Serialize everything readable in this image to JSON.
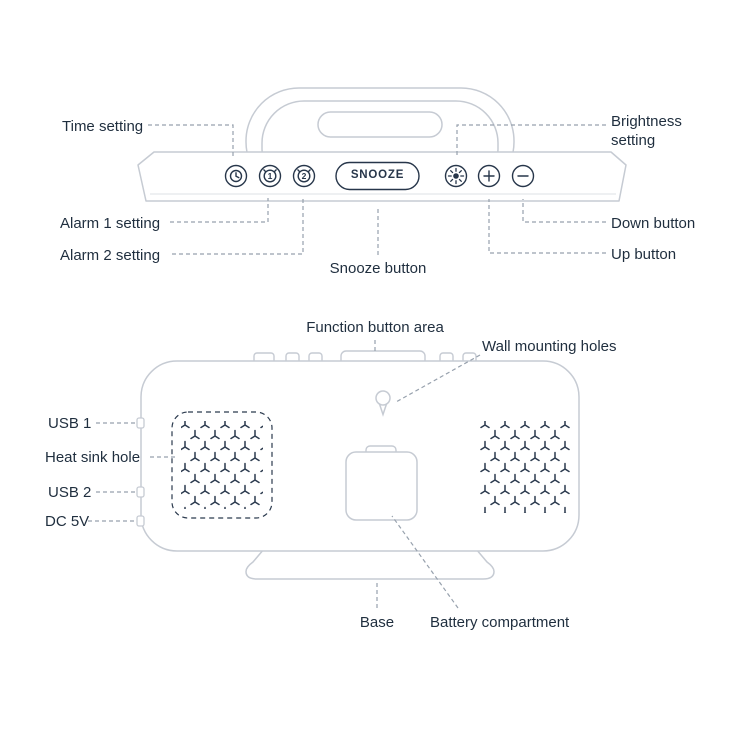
{
  "colors": {
    "text": "#1f2e3e",
    "body_outline": "#c6cbd3",
    "icon_accent": "#27364a",
    "leader_line": "#97a1ad"
  },
  "top_view": {
    "snooze_text": "SNOOZE",
    "alarm1_glyph": "1",
    "alarm2_glyph": "2",
    "labels": {
      "time_setting": "Time setting",
      "alarm1_setting": "Alarm 1 setting",
      "alarm2_setting": "Alarm 2 setting",
      "snooze_button": "Snooze button",
      "brightness_setting": "Brightness setting",
      "down_button": "Down button",
      "up_button": "Up button"
    }
  },
  "back_view": {
    "labels": {
      "function_button_area": "Function button area",
      "wall_mounting_holes": "Wall mounting holes",
      "usb1": "USB 1",
      "heat_sink_hole": "Heat sink hole",
      "usb2": "USB 2",
      "dc_5v": "DC 5V",
      "base": "Base",
      "battery_compartment": "Battery compartment"
    }
  }
}
